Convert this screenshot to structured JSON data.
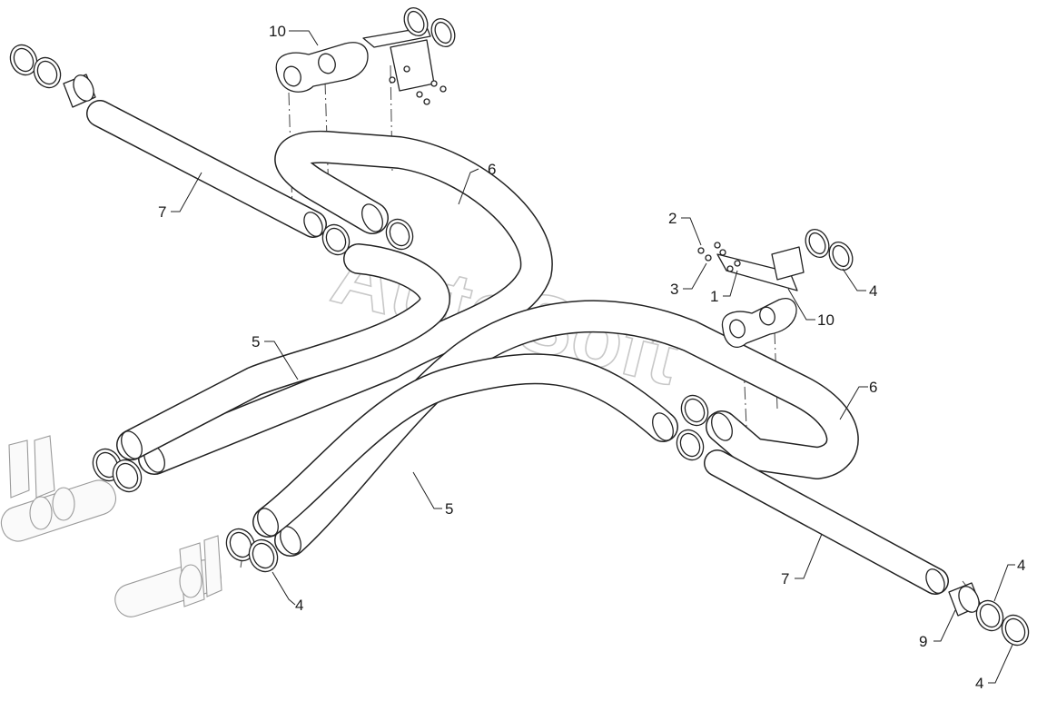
{
  "watermark": "AutoSoft",
  "callouts": {
    "c1": "1",
    "c2": "2",
    "c3": "3",
    "c4a": "4",
    "c4b": "4",
    "c4c": "4",
    "c4d": "4",
    "c5a": "5",
    "c5b": "5",
    "c6a": "6",
    "c6b": "6",
    "c7a": "7",
    "c7b": "7",
    "c9": "9",
    "c10a": "10",
    "c10b": "10"
  }
}
